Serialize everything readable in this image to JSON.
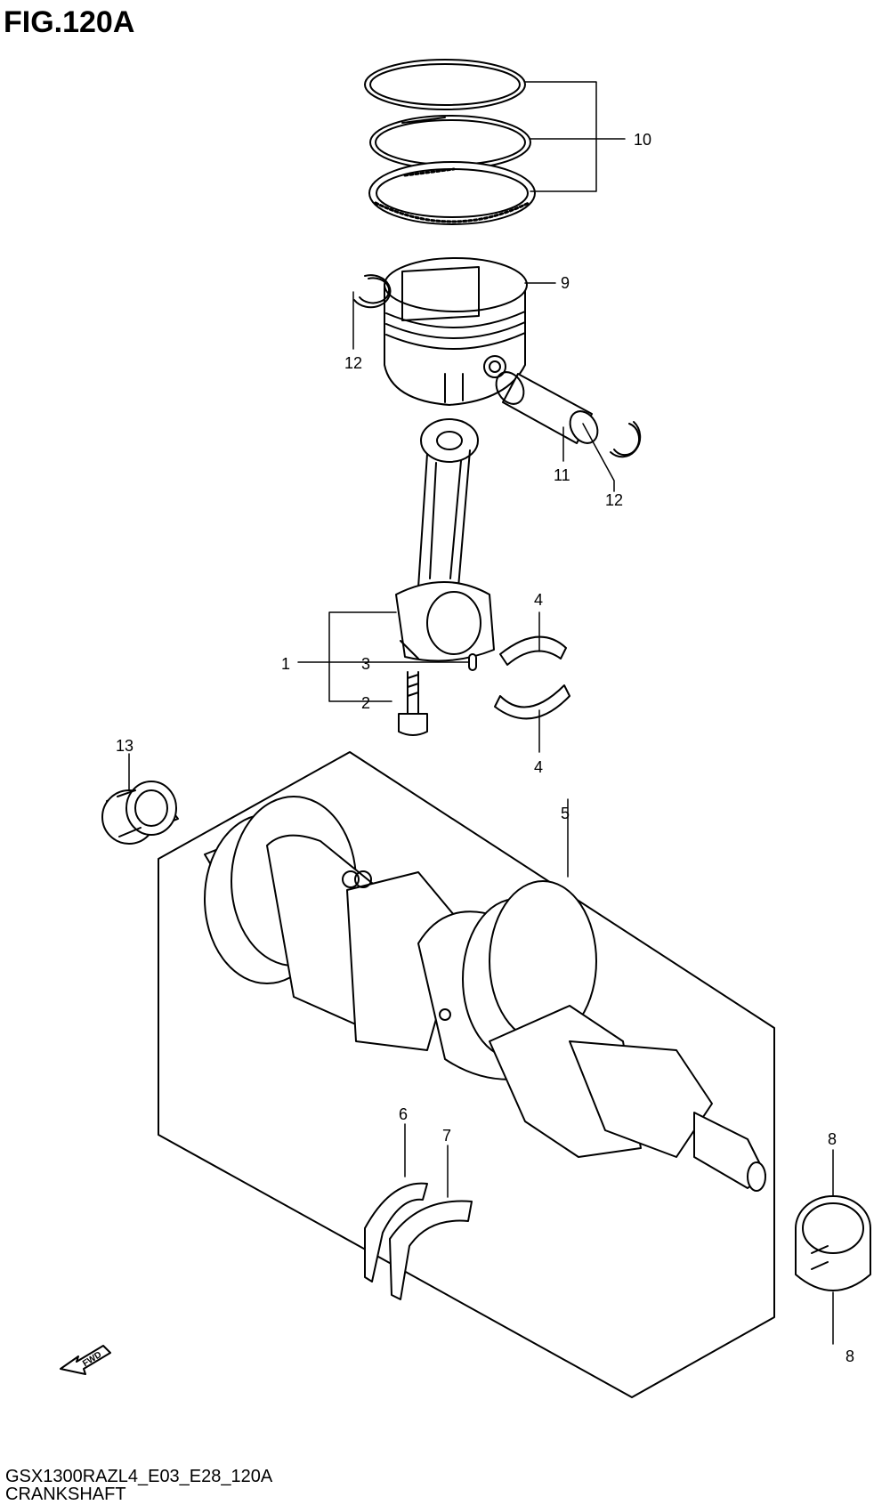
{
  "figure": {
    "title": "FIG.120A"
  },
  "footer": {
    "model_code": "GSX1300RAZL4_E03_E28_120A",
    "section_name": "CRANKSHAFT"
  },
  "fwd_arrow": {
    "label": "FWD"
  },
  "callouts": {
    "c1": "1",
    "c2": "2",
    "c3": "3",
    "c4a": "4",
    "c4b": "4",
    "c5": "5",
    "c6": "6",
    "c7": "7",
    "c8a": "8",
    "c8b": "8",
    "c9": "9",
    "c10": "10",
    "c11": "11",
    "c12a": "12",
    "c12b": "12",
    "c13": "13"
  }
}
